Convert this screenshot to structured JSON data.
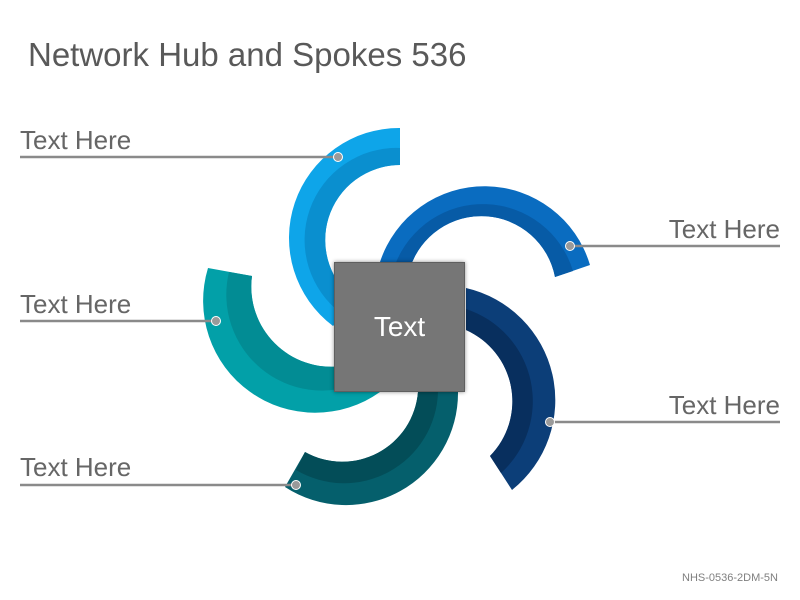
{
  "title": "Network Hub and Spokes 536",
  "hub": {
    "label": "Text"
  },
  "spokes": [
    {
      "label": "Text Here",
      "color_outer": "#0ea5e9",
      "color_inner": "#0a8fcf"
    },
    {
      "label": "Text Here",
      "color_outer": "#0a6cc0",
      "color_inner": "#075ba6"
    },
    {
      "label": "Text Here",
      "color_outer": "#02a0a8",
      "color_inner": "#028c94"
    },
    {
      "label": "Text Here",
      "color_outer": "#0c3e78",
      "color_inner": "#082f5e"
    },
    {
      "label": "Text Here",
      "color_outer": "#055f6c",
      "color_inner": "#034d58"
    }
  ],
  "footer": "NHS-0536-2DM-5N"
}
